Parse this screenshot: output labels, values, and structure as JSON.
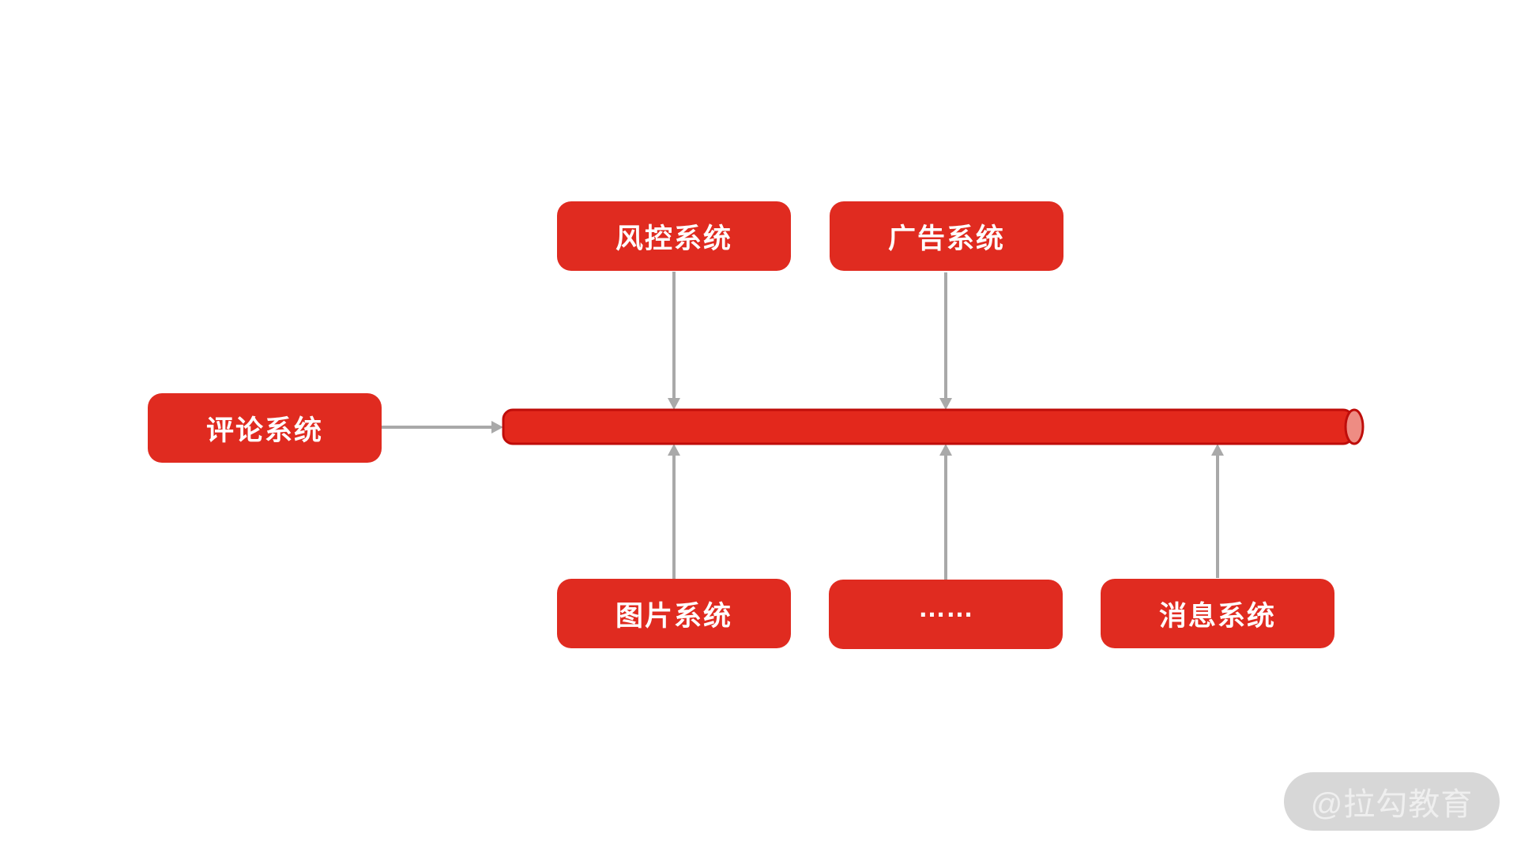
{
  "diagram": {
    "nodes": [
      {
        "id": "risk-control",
        "label": "风控系统"
      },
      {
        "id": "ad",
        "label": "广告系统"
      },
      {
        "id": "comment",
        "label": "评论系统"
      },
      {
        "id": "image",
        "label": "图片系统"
      },
      {
        "id": "ellipsis",
        "label": "……"
      },
      {
        "id": "message",
        "label": "消息系统"
      }
    ],
    "queue": {
      "shape": "cylinder-pipe",
      "label": ""
    },
    "edges": [
      {
        "from": "risk-control",
        "to": "queue",
        "direction": "down"
      },
      {
        "from": "ad",
        "to": "queue",
        "direction": "down"
      },
      {
        "from": "comment",
        "to": "queue",
        "direction": "right"
      },
      {
        "from": "image",
        "to": "queue",
        "direction": "up"
      },
      {
        "from": "ellipsis",
        "to": "queue",
        "direction": "up"
      },
      {
        "from": "message",
        "to": "queue",
        "direction": "up"
      }
    ],
    "colors": {
      "node_red": "#e02b20",
      "pipe_fill": "#e3281c",
      "pipe_stroke": "#bf0d0a",
      "pipe_cap_fill": "#ee8c83",
      "arrow_gray": "#a9a9a9",
      "watermark_bg": "#d7d7d7",
      "watermark_text": "#efefef"
    }
  },
  "watermark": {
    "label": "@拉勾教育"
  }
}
